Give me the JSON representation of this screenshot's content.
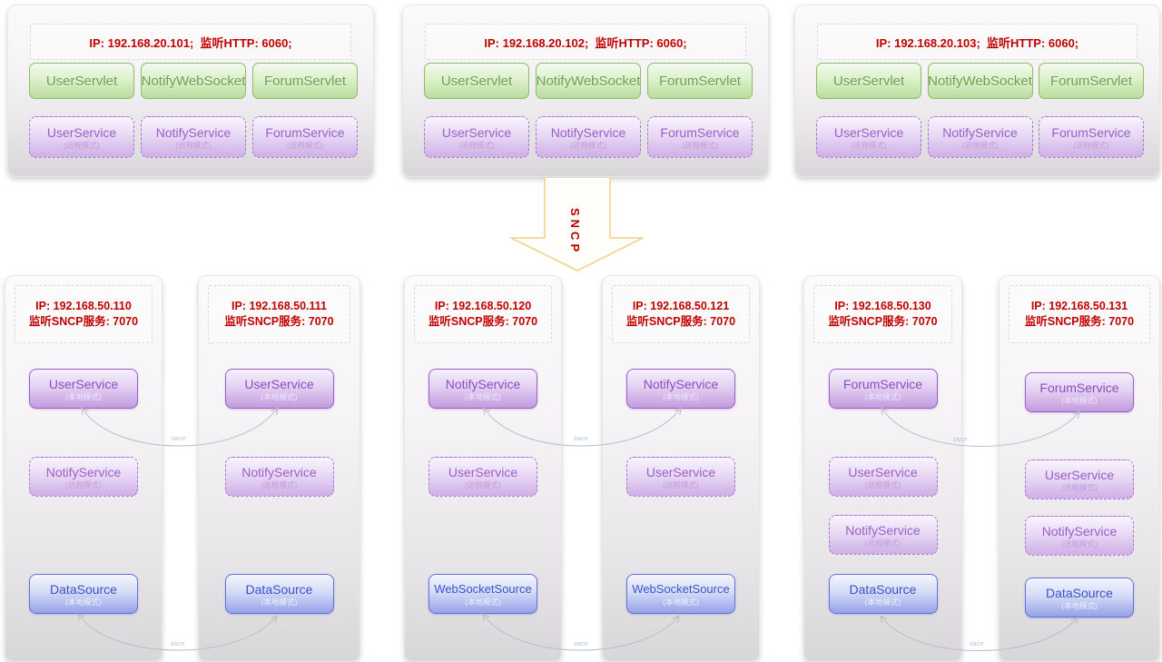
{
  "arrow": {
    "label": "SNCP"
  },
  "top_servers": [
    {
      "ip": "IP: 192.168.20.101;  监听HTTP: 6060;",
      "servlets": [
        "UserServlet",
        "NotifyWebSocket",
        "ForumServlet"
      ],
      "services": [
        {
          "name": "UserService",
          "mode": "(远程模式)"
        },
        {
          "name": "NotifyService",
          "mode": "(远程模式)"
        },
        {
          "name": "ForumService",
          "mode": "(远程模式)"
        }
      ]
    },
    {
      "ip": "IP: 192.168.20.102;  监听HTTP: 6060;",
      "servlets": [
        "UserServlet",
        "NotifyWebSocket",
        "ForumServlet"
      ],
      "services": [
        {
          "name": "UserService",
          "mode": "(远程模式)"
        },
        {
          "name": "NotifyService",
          "mode": "(远程模式)"
        },
        {
          "name": "ForumService",
          "mode": "(远程模式)"
        }
      ]
    },
    {
      "ip": "IP: 192.168.20.103;  监听HTTP: 6060;",
      "servlets": [
        "UserServlet",
        "NotifyWebSocket",
        "ForumServlet"
      ],
      "services": [
        {
          "name": "UserService",
          "mode": "(远程模式)"
        },
        {
          "name": "NotifyService",
          "mode": "(远程模式)"
        },
        {
          "name": "ForumService",
          "mode": "(远程模式)"
        }
      ]
    }
  ],
  "bottom_servers": [
    {
      "ip_line1": "IP: 192.168.50.110",
      "ip_line2": "监听SNCP服务: 7070",
      "boxes": [
        {
          "name": "UserService",
          "mode": "(本地模式)"
        },
        {
          "name": "NotifyService",
          "mode": "(远程模式)"
        },
        {
          "name": "DataSource",
          "mode": "(本地模式)"
        }
      ]
    },
    {
      "ip_line1": "IP: 192.168.50.111",
      "ip_line2": "监听SNCP服务: 7070",
      "boxes": [
        {
          "name": "UserService",
          "mode": "(本地模式)"
        },
        {
          "name": "NotifyService",
          "mode": "(远程模式)"
        },
        {
          "name": "DataSource",
          "mode": "(本地模式)"
        }
      ]
    },
    {
      "ip_line1": "IP: 192.168.50.120",
      "ip_line2": "监听SNCP服务: 7070",
      "boxes": [
        {
          "name": "NotifyService",
          "mode": "(本地模式)"
        },
        {
          "name": "UserService",
          "mode": "(远程模式)"
        },
        {
          "name": "WebSocketSource",
          "mode": "(本地模式)"
        }
      ]
    },
    {
      "ip_line1": "IP: 192.168.50.121",
      "ip_line2": "监听SNCP服务: 7070",
      "boxes": [
        {
          "name": "NotifyService",
          "mode": "(本地模式)"
        },
        {
          "name": "UserService",
          "mode": "(远程模式)"
        },
        {
          "name": "WebSocketSource",
          "mode": "(本地模式)"
        }
      ]
    },
    {
      "ip_line1": "IP: 192.168.50.130",
      "ip_line2": "监听SNCP服务: 7070",
      "boxes": [
        {
          "name": "ForumService",
          "mode": "(本地模式)"
        },
        {
          "name": "UserService",
          "mode": "(远程模式)"
        },
        {
          "name": "NotifyService",
          "mode": "(远程模式)"
        },
        {
          "name": "DataSource",
          "mode": "(本地模式)"
        }
      ]
    },
    {
      "ip_line1": "IP: 192.168.50.131",
      "ip_line2": "监听SNCP服务: 7070",
      "boxes": [
        {
          "name": "ForumService",
          "mode": "(本地模式)"
        },
        {
          "name": "UserService",
          "mode": "(远程模式)"
        },
        {
          "name": "NotifyService",
          "mode": "(远程模式)"
        },
        {
          "name": "DataSource",
          "mode": "(本地模式)"
        }
      ]
    }
  ],
  "connectors": [
    {
      "label": "SNCP"
    },
    {
      "label": "SNCP"
    },
    {
      "label": "SNCP"
    },
    {
      "label": "SNCP"
    },
    {
      "label": "SNCP"
    },
    {
      "label": "SNCP"
    }
  ],
  "colors": {
    "red_text": "#c00000",
    "green_border": "#8bbd62",
    "purple_border": "#9a5fc9",
    "blue_border": "#6472d8",
    "arrow_outline": "#f2cd82",
    "connector_line": "#b9bdc6"
  }
}
